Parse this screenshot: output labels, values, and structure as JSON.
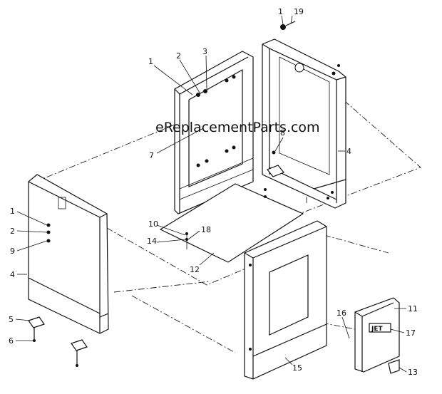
{
  "watermark": "eReplacementParts.com",
  "callouts": [
    {
      "id": "c-1-top",
      "text": "1"
    },
    {
      "id": "c-19",
      "text": "19"
    },
    {
      "id": "c-1-upper",
      "text": "1"
    },
    {
      "id": "c-2-upper",
      "text": "2"
    },
    {
      "id": "c-3",
      "text": "3"
    },
    {
      "id": "c-7",
      "text": "7"
    },
    {
      "id": "c-8",
      "text": "8"
    },
    {
      "id": "c-4-right",
      "text": "4"
    },
    {
      "id": "c-1-left",
      "text": "1"
    },
    {
      "id": "c-2-left",
      "text": "2"
    },
    {
      "id": "c-9",
      "text": "9"
    },
    {
      "id": "c-4-left",
      "text": "4"
    },
    {
      "id": "c-5",
      "text": "5"
    },
    {
      "id": "c-6",
      "text": "6"
    },
    {
      "id": "c-10",
      "text": "10"
    },
    {
      "id": "c-18",
      "text": "18"
    },
    {
      "id": "c-14",
      "text": "14"
    },
    {
      "id": "c-12",
      "text": "12"
    },
    {
      "id": "c-11",
      "text": "11"
    },
    {
      "id": "c-16",
      "text": "16"
    },
    {
      "id": "c-17",
      "text": "17"
    },
    {
      "id": "c-15",
      "text": "15"
    },
    {
      "id": "c-13",
      "text": "13"
    }
  ],
  "nameplate": {
    "text": "JET"
  }
}
